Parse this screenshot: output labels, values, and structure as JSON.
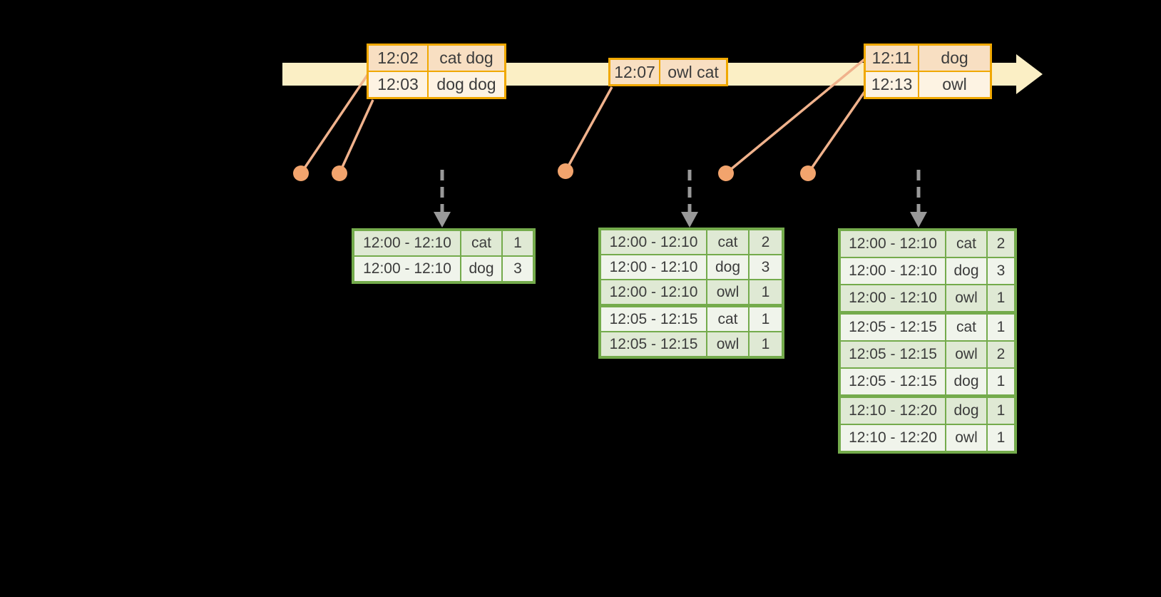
{
  "colors": {
    "background": "#000000",
    "timeline_band": "#FBEFC5",
    "event_box_border": "#F0A800",
    "event_cell_peach": "#F8DFC2",
    "event_cell_cream": "#FDF3E3",
    "connector_line": "#F0B28C",
    "event_dot": "#F2A46D",
    "trigger_arrow_gray": "#999999",
    "result_border_green": "#74AB4C",
    "result_cell_dark": "#DFE9D4",
    "result_cell_light": "#F0F4EB",
    "text": "#3C3C3C"
  },
  "event_boxes": [
    {
      "rows": [
        {
          "time": "12:02",
          "words": "cat dog"
        },
        {
          "time": "12:03",
          "words": "dog dog"
        }
      ]
    },
    {
      "rows": [
        {
          "time": "12:07",
          "words": "owl cat"
        }
      ]
    },
    {
      "rows": [
        {
          "time": "12:11",
          "words": "dog"
        },
        {
          "time": "12:13",
          "words": "owl"
        }
      ]
    }
  ],
  "result_tables": [
    {
      "rows": [
        {
          "window": "12:00 - 12:10",
          "word": "cat",
          "count": "1"
        },
        {
          "window": "12:00 - 12:10",
          "word": "dog",
          "count": "3"
        }
      ]
    },
    {
      "rows": [
        {
          "window": "12:00 - 12:10",
          "word": "cat",
          "count": "2"
        },
        {
          "window": "12:00 - 12:10",
          "word": "dog",
          "count": "3"
        },
        {
          "window": "12:00 - 12:10",
          "word": "owl",
          "count": "1"
        },
        {
          "window": "12:05 - 12:15",
          "word": "cat",
          "count": "1"
        },
        {
          "window": "12:05 - 12:15",
          "word": "owl",
          "count": "1"
        }
      ]
    },
    {
      "rows": [
        {
          "window": "12:00 - 12:10",
          "word": "cat",
          "count": "2"
        },
        {
          "window": "12:00 - 12:10",
          "word": "dog",
          "count": "3"
        },
        {
          "window": "12:00 - 12:10",
          "word": "owl",
          "count": "1"
        },
        {
          "window": "12:05 - 12:15",
          "word": "cat",
          "count": "1"
        },
        {
          "window": "12:05 - 12:15",
          "word": "owl",
          "count": "2"
        },
        {
          "window": "12:05 - 12:15",
          "word": "dog",
          "count": "1"
        },
        {
          "window": "12:10 - 12:20",
          "word": "dog",
          "count": "1"
        },
        {
          "window": "12:10 - 12:20",
          "word": "owl",
          "count": "1"
        }
      ]
    }
  ]
}
